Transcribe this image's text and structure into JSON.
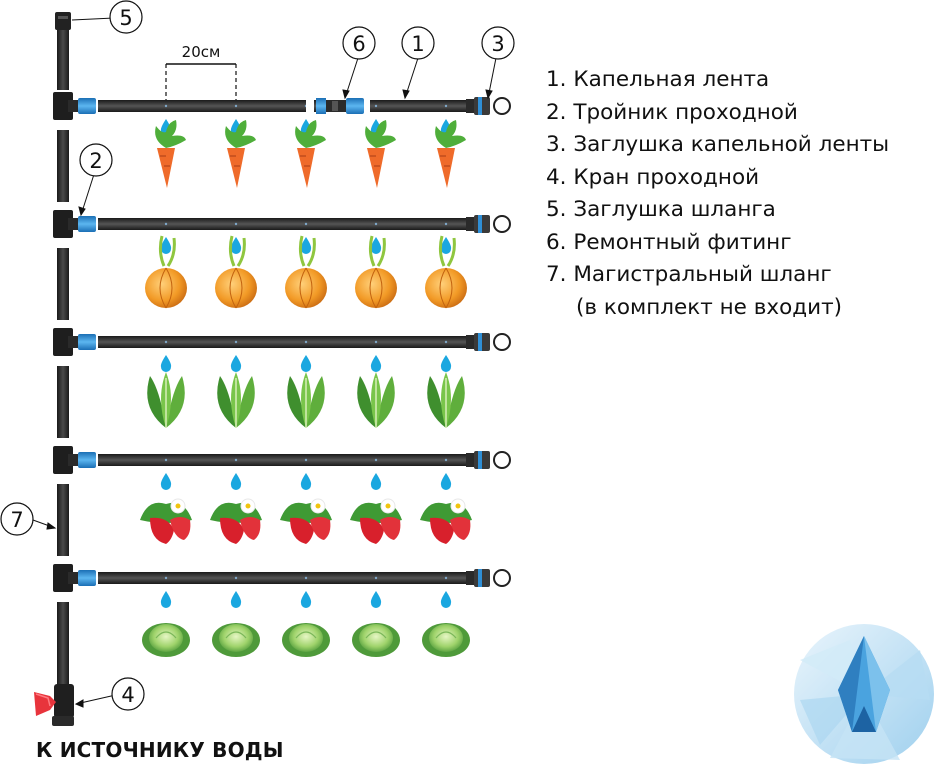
{
  "spacing_label": "20см",
  "callouts": [
    "1",
    "2",
    "3",
    "4",
    "5",
    "6",
    "7"
  ],
  "legend": {
    "items": [
      "1. Капельная лента",
      "2. Тройник проходной",
      "3. Заглушка капельной ленты",
      "4. Кран проходной",
      "5. Заглушка шланга",
      "6. Ремонтный фитинг",
      "7. Магистральный шланг"
    ],
    "note": "(в комплект не входит)"
  },
  "footer_label": "К ИСТОЧНИКУ ВОДЫ",
  "rows": [
    {
      "plant": "carrot",
      "count": 5
    },
    {
      "plant": "onion",
      "count": 5
    },
    {
      "plant": "lettuce",
      "count": 5
    },
    {
      "plant": "strawberry",
      "count": 5
    },
    {
      "plant": "cabbage",
      "count": 5
    }
  ],
  "colors": {
    "hose": "#2b2b2b",
    "fitting_blue": "#2f8fd6",
    "water_drop": "#1aa7e0",
    "valve_red": "#e8343c",
    "logo_blue": "#4aa3df"
  }
}
